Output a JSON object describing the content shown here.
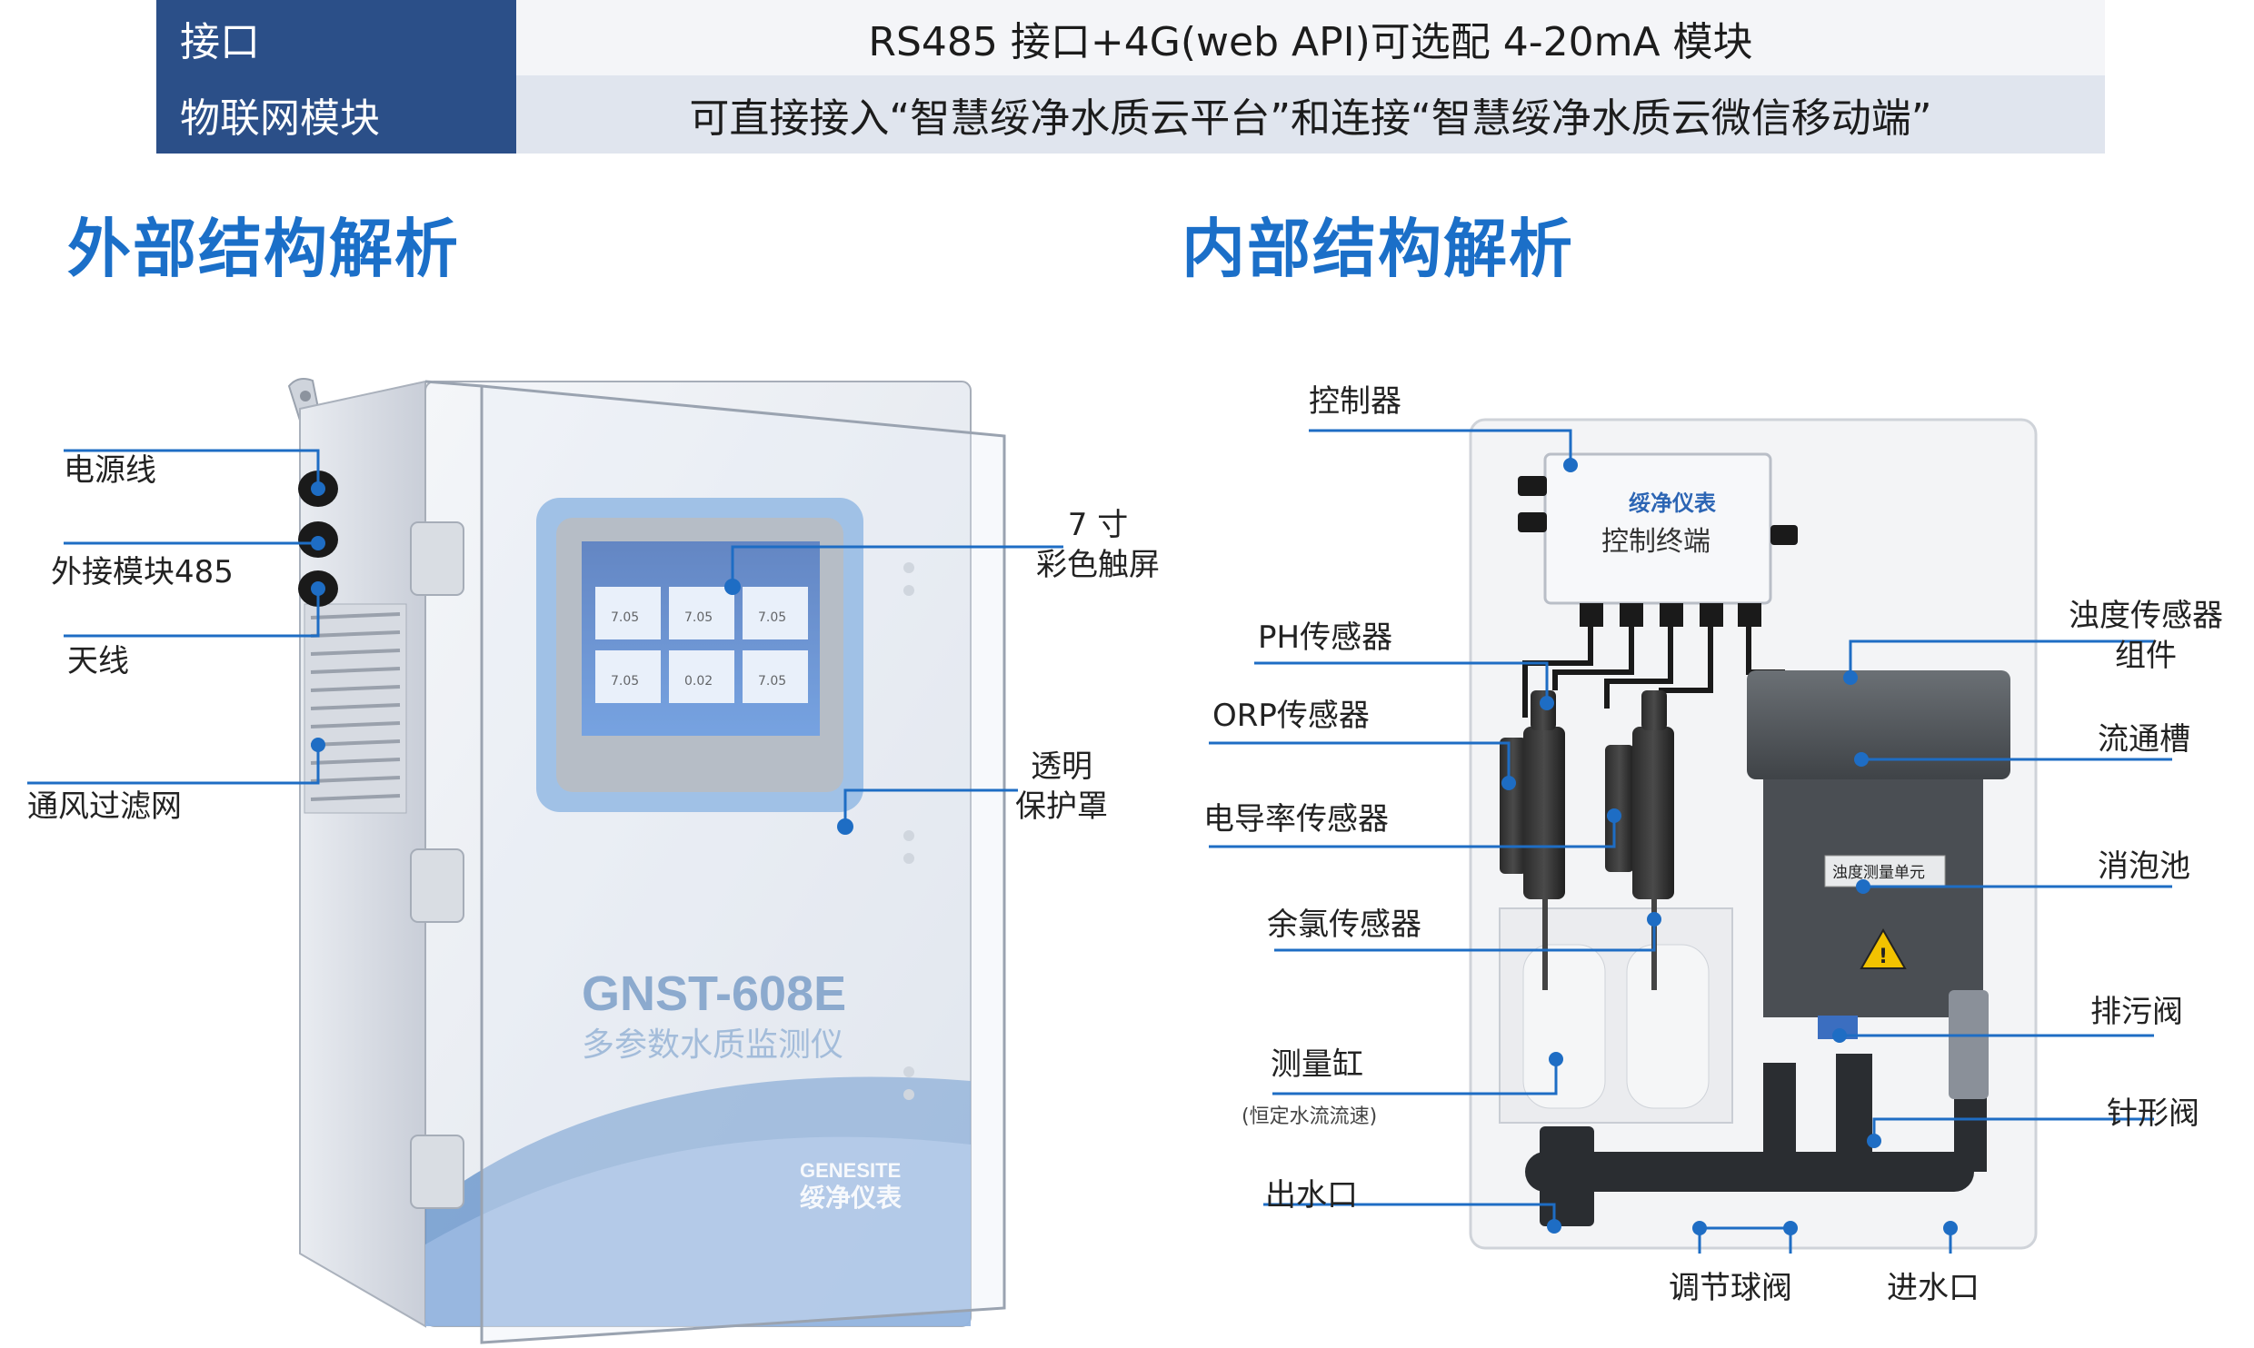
{
  "spec_table": {
    "rows": [
      {
        "key": "接口",
        "value": "RS485 接口+4G(web API)可选配 4-20mA 模块"
      },
      {
        "key": "物联网模块",
        "value": "可直接接入“智慧绥净水质云平台”和连接“智慧绥净水质云微信移动端”"
      }
    ]
  },
  "sections": {
    "external_title": "外部结构解析",
    "internal_title": "内部结构解析"
  },
  "external_labels": {
    "power_cable": "电源线",
    "module_485": "外接模块485",
    "antenna": "天线",
    "vent_filter": "通风过滤网",
    "touchscreen_line1": "7 寸",
    "touchscreen_line2": "彩色触屏",
    "cover_line1": "透明",
    "cover_line2": "保护罩"
  },
  "device": {
    "model": "GNST-608E",
    "name": "多参数水质监测仪",
    "brand_en": "GENESITE",
    "brand_cn": "绥净仪表",
    "screen_values": [
      "7.05",
      "7.05",
      "7.05",
      "7.05",
      "0.02",
      "7.05"
    ]
  },
  "internal_labels": {
    "controller": "控制器",
    "control_terminal": "控制终端",
    "control_brand": "绥净仪表",
    "ph_sensor": "PH传感器",
    "orp_sensor": "ORP传感器",
    "conductivity_sensor": "电导率传感器",
    "chlorine_sensor": "余氯传感器",
    "measuring_tank": "测量缸",
    "measuring_tank_note": "(恒定水流流速)",
    "outlet": "出水口",
    "ball_valve": "调节球阀",
    "inlet": "进水口",
    "turbidity_line1": "浊度传感器",
    "turbidity_line2": "组件",
    "flow_tank": "流通槽",
    "defoam_tank": "消泡池",
    "turbidity_unit_tag": "浊度测量单元",
    "drain_valve": "排污阀",
    "needle_valve": "针形阀"
  },
  "colors": {
    "header_key_bg": "#2b4f88",
    "title_blue": "#1b6fc8",
    "leader_line": "#1e6dc4"
  }
}
